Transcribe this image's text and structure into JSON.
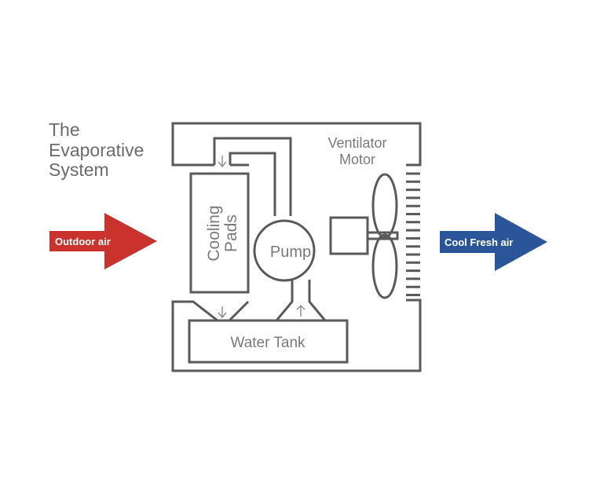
{
  "title": {
    "lines": [
      "The",
      "Evaporative",
      "System"
    ]
  },
  "arrows": {
    "inlet": {
      "label": "Outdoor air",
      "color": "#c9322d"
    },
    "outlet": {
      "label": "Cool Fresh air",
      "color": "#2a5699"
    }
  },
  "components": {
    "cooling_pads": {
      "lines": [
        "Cooling",
        "Pads"
      ]
    },
    "pump": {
      "label": "Pump"
    },
    "ventilator_motor": {
      "lines": [
        "Ventilator",
        "Motor"
      ]
    },
    "water_tank": {
      "label": "Water Tank"
    }
  },
  "flow_indicators": {
    "into_pads": "down-arrow",
    "pads_to_tank": "down-arrow",
    "tank_to_pump": "up-arrow"
  },
  "colors": {
    "line": "#5a5a5a",
    "text": "#6b6b6b"
  }
}
